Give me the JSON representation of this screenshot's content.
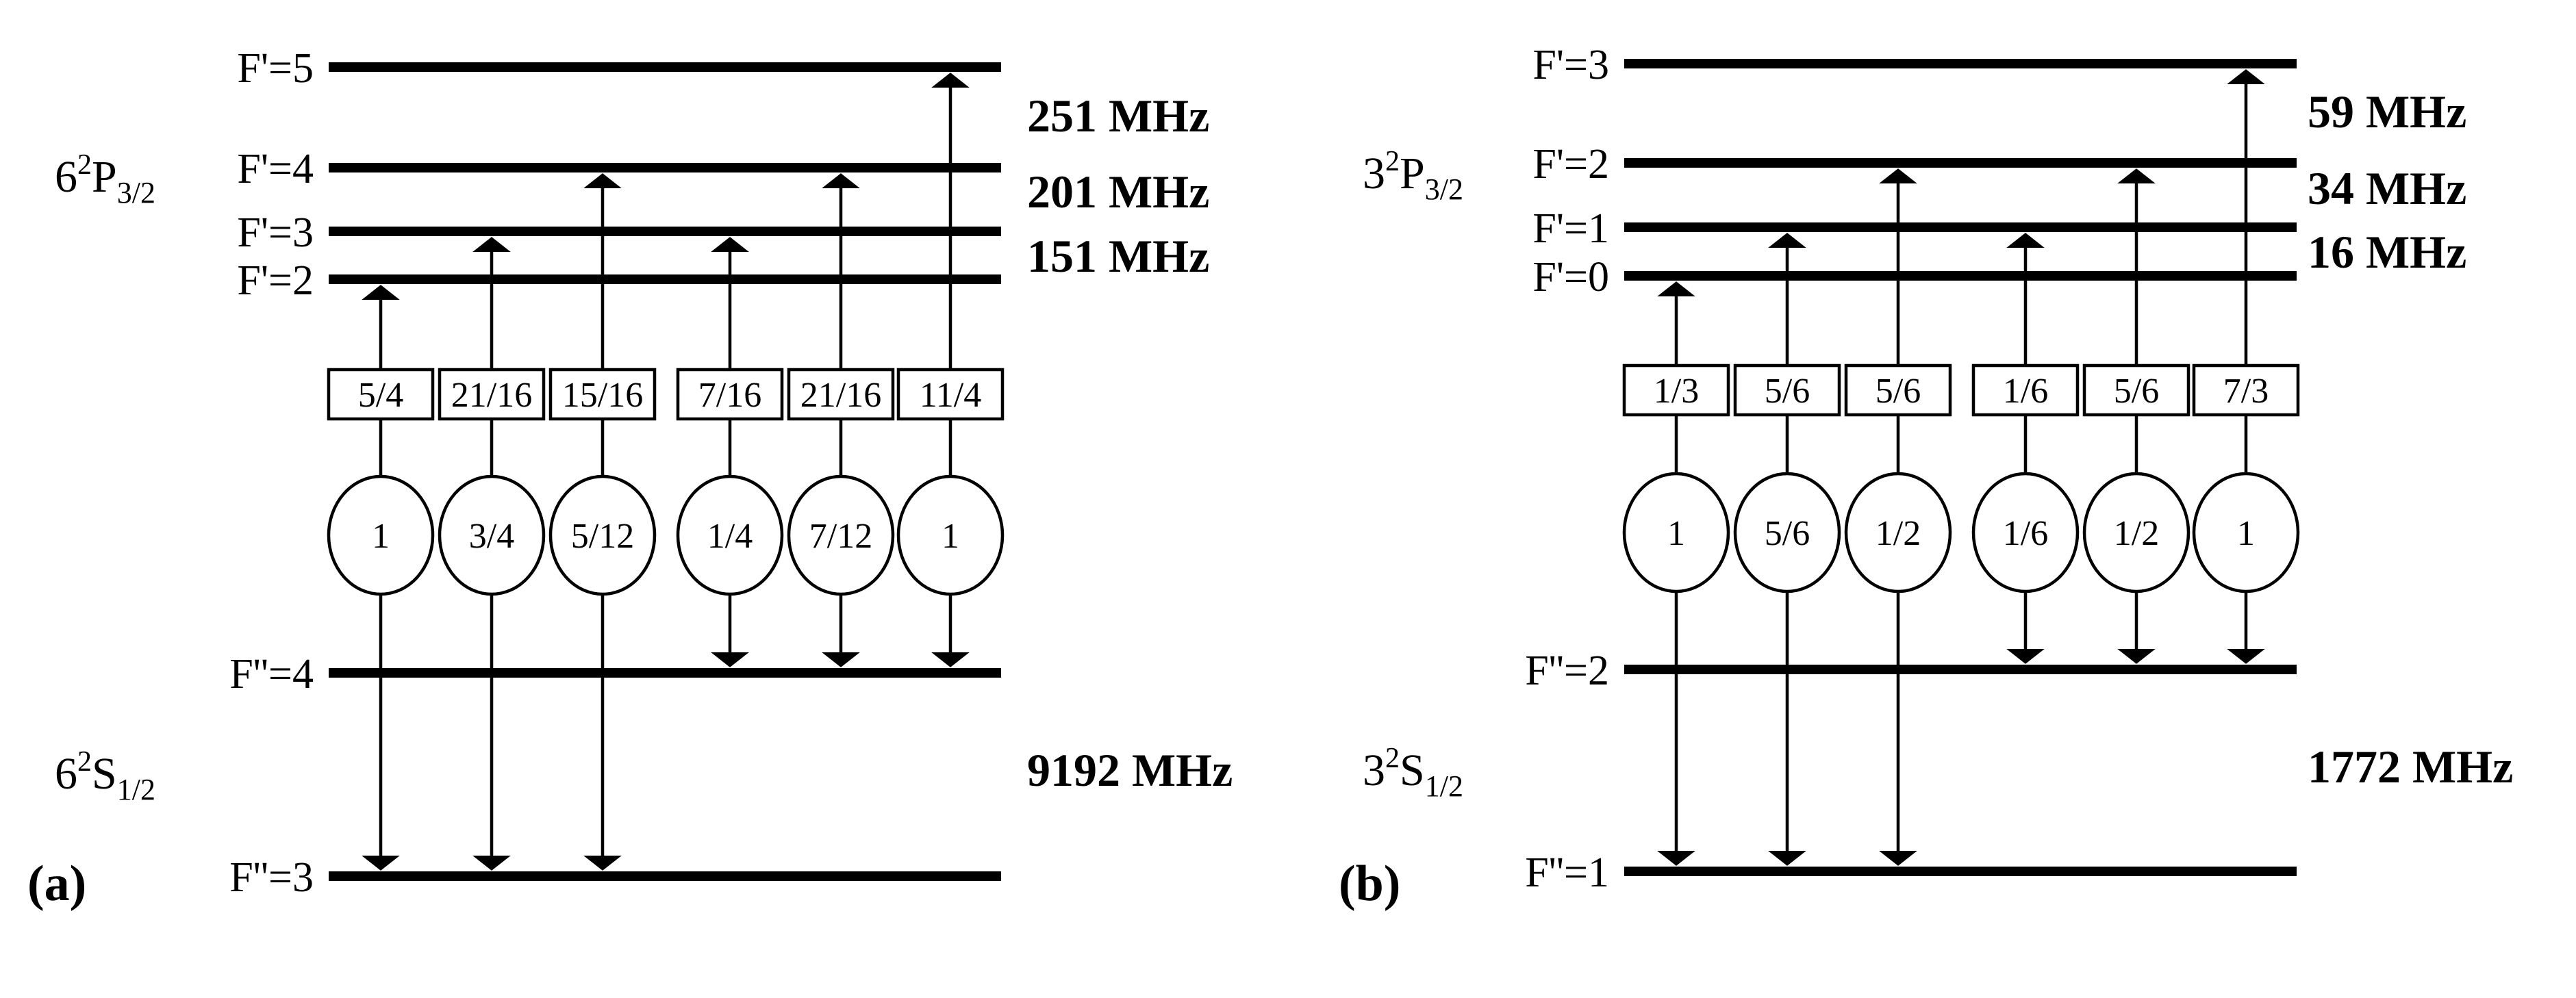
{
  "panels": [
    {
      "tag": "(a)",
      "upper_state": {
        "base": "6",
        "sup": "2",
        "letter": "P",
        "sub": "3/2"
      },
      "lower_state": {
        "base": "6",
        "sup": "2",
        "letter": "S",
        "sub": "1/2"
      },
      "upper_levels": [
        "F'=5",
        "F'=4",
        "F'=3",
        "F'=2"
      ],
      "lower_levels": [
        "F''=4",
        "F''=3"
      ],
      "upper_splittings": [
        "251 MHz",
        "201 MHz",
        "151 MHz"
      ],
      "ground_splitting": "9192 MHz",
      "transitions": [
        {
          "box": "5/4",
          "ellipse": "1",
          "from": "F''=3",
          "to": "F'=2"
        },
        {
          "box": "21/16",
          "ellipse": "3/4",
          "from": "F''=3",
          "to": "F'=3"
        },
        {
          "box": "15/16",
          "ellipse": "5/12",
          "from": "F''=3",
          "to": "F'=4"
        },
        {
          "box": "7/16",
          "ellipse": "1/4",
          "from": "F''=4",
          "to": "F'=3"
        },
        {
          "box": "21/16",
          "ellipse": "7/12",
          "from": "F''=4",
          "to": "F'=4"
        },
        {
          "box": "11/4",
          "ellipse": "1",
          "from": "F''=4",
          "to": "F'=5"
        }
      ]
    },
    {
      "tag": "(b)",
      "upper_state": {
        "base": "3",
        "sup": "2",
        "letter": "P",
        "sub": "3/2"
      },
      "lower_state": {
        "base": "3",
        "sup": "2",
        "letter": "S",
        "sub": "1/2"
      },
      "upper_levels": [
        "F'=3",
        "F'=2",
        "F'=1",
        "F'=0"
      ],
      "lower_levels": [
        "F''=2",
        "F''=1"
      ],
      "upper_splittings": [
        "59 MHz",
        "34 MHz",
        "16 MHz"
      ],
      "ground_splitting": "1772 MHz",
      "transitions": [
        {
          "box": "1/3",
          "ellipse": "1",
          "from": "F''=1",
          "to": "F'=0"
        },
        {
          "box": "5/6",
          "ellipse": "5/6",
          "from": "F''=1",
          "to": "F'=1"
        },
        {
          "box": "5/6",
          "ellipse": "1/2",
          "from": "F''=1",
          "to": "F'=2"
        },
        {
          "box": "1/6",
          "ellipse": "1/6",
          "from": "F''=2",
          "to": "F'=1"
        },
        {
          "box": "5/6",
          "ellipse": "1/2",
          "from": "F''=2",
          "to": "F'=2"
        },
        {
          "box": "7/3",
          "ellipse": "1",
          "from": "F''=2",
          "to": "F'=3"
        }
      ]
    }
  ]
}
